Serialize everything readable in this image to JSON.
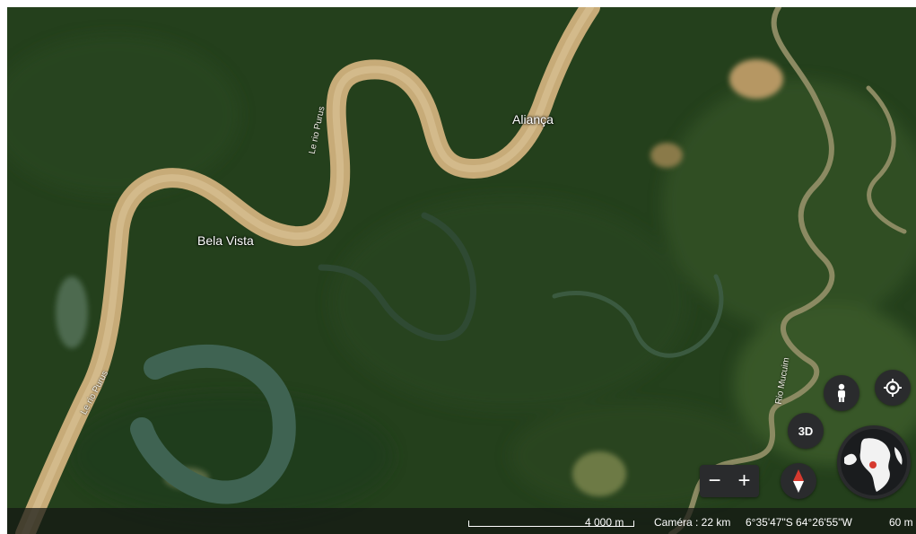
{
  "map": {
    "view": "satellite",
    "places": [
      {
        "key": "alianca",
        "label": "Aliança"
      },
      {
        "key": "bela_vista",
        "label": "Bela Vista"
      }
    ],
    "rivers": [
      {
        "key": "purus_upper",
        "label": "Le rio Purus"
      },
      {
        "key": "purus_lower",
        "label": "Le rio Purus"
      },
      {
        "key": "mucuim",
        "label": "Rio Mucuim"
      }
    ]
  },
  "controls": {
    "btn_3d": "3D",
    "zoom_out": "−",
    "zoom_in": "+",
    "icons": {
      "pegman": "person-icon",
      "locate": "my-location-icon",
      "compass": "compass-icon",
      "globe": "globe-icon"
    }
  },
  "status": {
    "scale": "4 000 m",
    "camera": "Caméra : 22 km",
    "coordinates": "6°35'47\"S 64°26'55\"W",
    "altitude": "60 m"
  },
  "colors": {
    "forest": "#24401c",
    "river_main": "#c7ab78",
    "river_dark": "#4a6b5a",
    "controls": "#2a2b2d",
    "compass_red": "#d63a2f"
  }
}
